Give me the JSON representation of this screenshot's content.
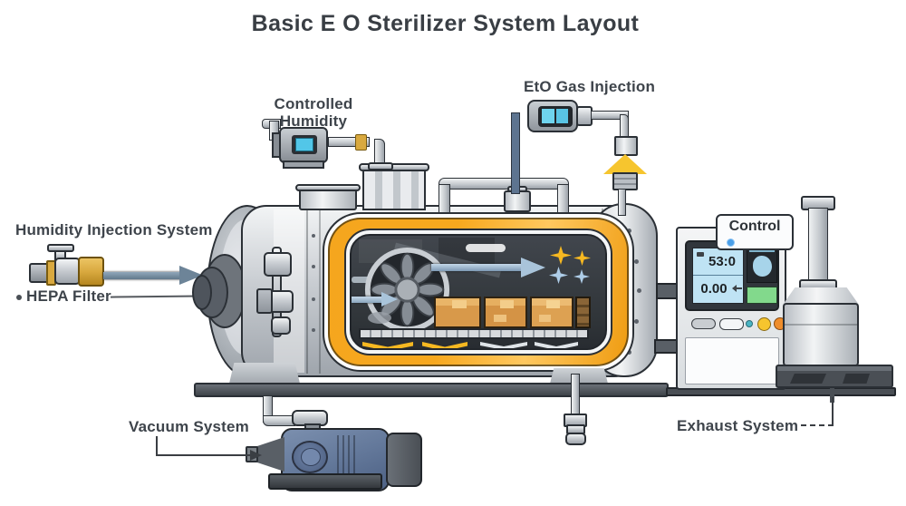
{
  "title": "Basic E O Sterilizer System Layout",
  "labels": {
    "controlled_humidity": "Controlled Humidity",
    "eto_gas_injection": "EtO Gas Injection",
    "humidity_injection_system": "Humidity Injection System",
    "hepa_filter": "HEPA Filter",
    "vacuum_system": "Vacuum System",
    "exhaust_system": "Exhaust System",
    "control": "Control"
  },
  "control_display": {
    "line1": "53:0",
    "line2": "0.00"
  },
  "colors": {
    "accent_orange": "#F5A61E",
    "accent_orange_light": "#FFC85F",
    "brass": "#D9A93F",
    "display_blue": "#BFE3F4",
    "status_green": "#82D98C",
    "pump_blue": "#64799B",
    "pipe_blue": "#5D7490",
    "button_yellow": "#F6C52E",
    "button_orange": "#EF8D2B",
    "sparkle_yellow": "#F6B821",
    "sparkle_blue": "#AECDE8",
    "box_tan": "#D8994A",
    "text": "#3B4046"
  }
}
